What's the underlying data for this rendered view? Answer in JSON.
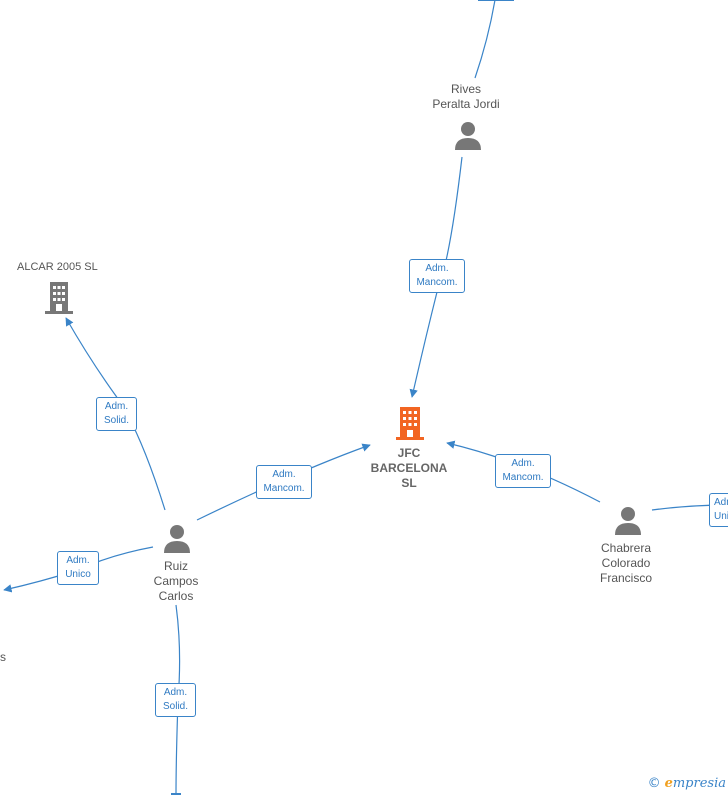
{
  "nodes": {
    "main_company": {
      "label": "JFC\nBARCELONA\nSL",
      "type": "company",
      "color": "#f26522"
    },
    "alcar": {
      "label": "ALCAR 2005  SL",
      "type": "company",
      "color": "#666666"
    },
    "rives": {
      "label": "Rives\nPeralta Jordi",
      "type": "person"
    },
    "ruiz": {
      "label": "Ruiz\nCampos\nCarlos",
      "type": "person"
    },
    "chabrera": {
      "label": "Chabrera\nColorado\nFrancisco",
      "type": "person"
    },
    "partial_left": {
      "label": "s"
    }
  },
  "edges": {
    "rives_main": {
      "label": "Adm.\nMancom."
    },
    "ruiz_main": {
      "label": "Adm.\nMancom."
    },
    "chabrera_main": {
      "label": "Adm.\nMancom."
    },
    "ruiz_alcar": {
      "label": "Adm.\nSolid."
    },
    "ruiz_left": {
      "label": "Adm.\nUnico"
    },
    "ruiz_bottom": {
      "label": "Adm.\nSolid."
    },
    "chabrera_right": {
      "label": "Adm.\nUni"
    }
  },
  "colors": {
    "edge": "#3a84c8",
    "person_icon": "#777777",
    "company_icon": "#777777"
  },
  "watermark": {
    "copyright": "©",
    "brand_initial": "e",
    "brand_rest": "mpresia"
  }
}
